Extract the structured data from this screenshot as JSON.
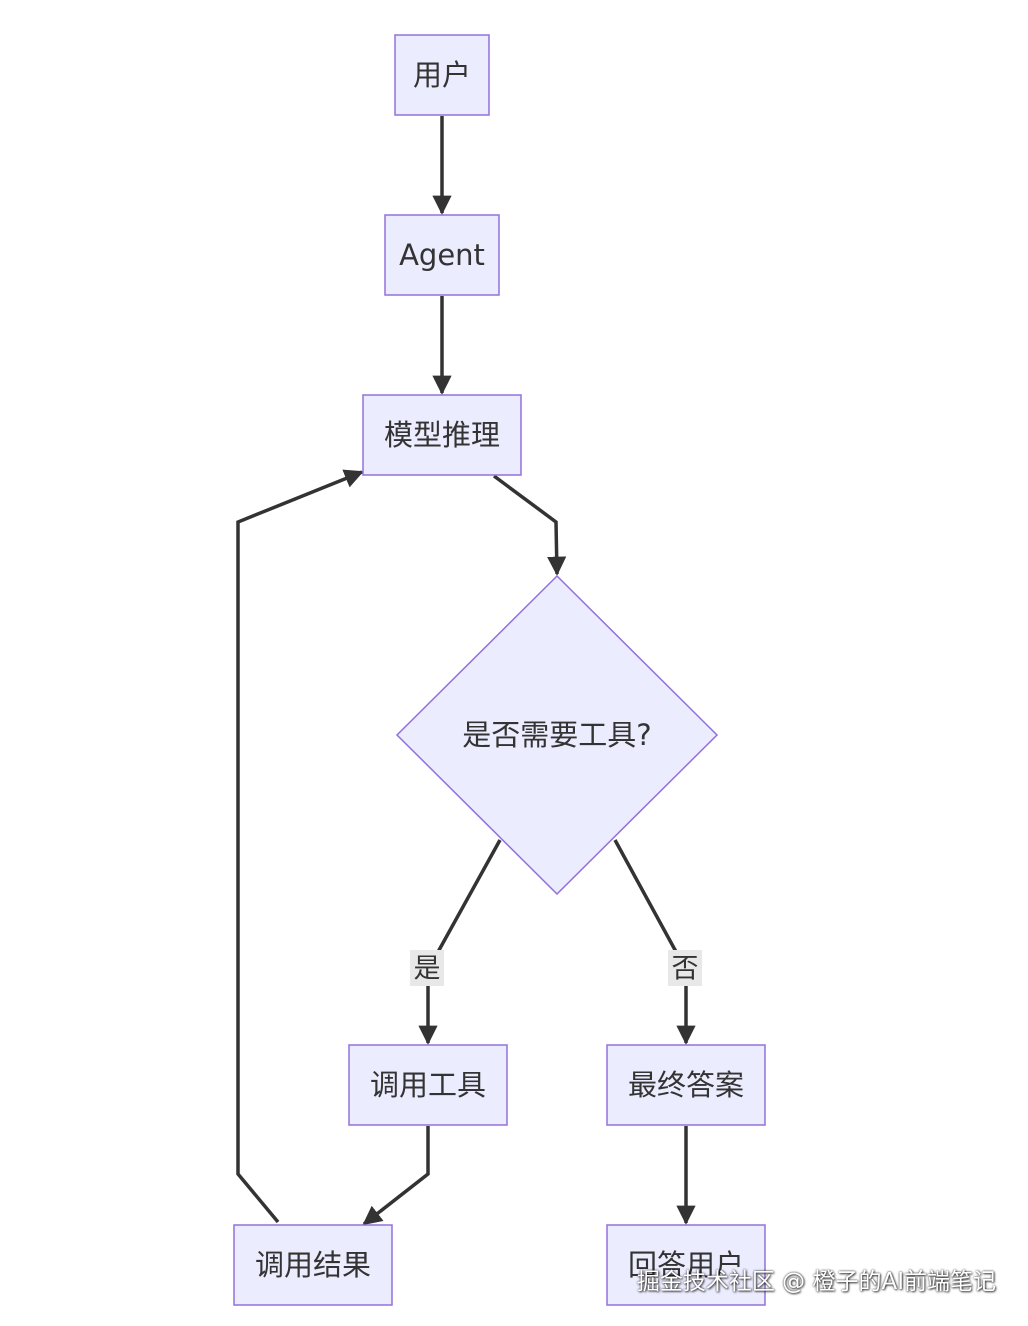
{
  "nodes": {
    "user": "用户",
    "agent": "Agent",
    "reasoning": "模型推理",
    "decision": "是否需要工具?",
    "call_tool": "调用工具",
    "final_answer": "最终答案",
    "call_result": "调用结果",
    "reply_user": "回答用户"
  },
  "edge_labels": {
    "yes": "是",
    "no": "否"
  },
  "watermark": "掘金技术社区 @ 橙子的AI前端笔记",
  "colors": {
    "node_fill": "#ECECFF",
    "node_stroke": "#9370DB",
    "edge": "#333333",
    "text": "#333333",
    "label_bg": "#e8e8e8"
  }
}
